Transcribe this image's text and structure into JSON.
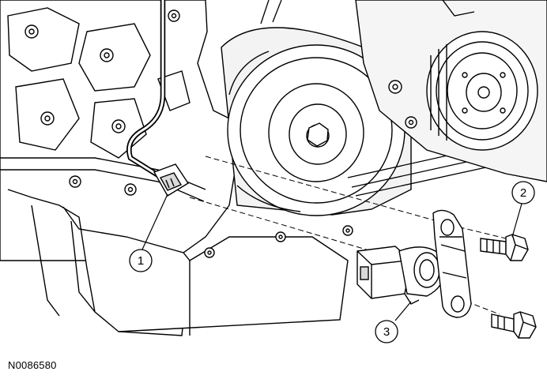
{
  "figure": {
    "id": "N0086580"
  },
  "callouts": [
    {
      "label": "1",
      "part": "sensor-connector"
    },
    {
      "label": "2",
      "part": "upper-bolt"
    },
    {
      "label": "3",
      "part": "crankshaft-position-sensor"
    }
  ],
  "colors": {
    "line": "#000000",
    "background": "#ffffff",
    "shade": "#d9d9d9"
  }
}
